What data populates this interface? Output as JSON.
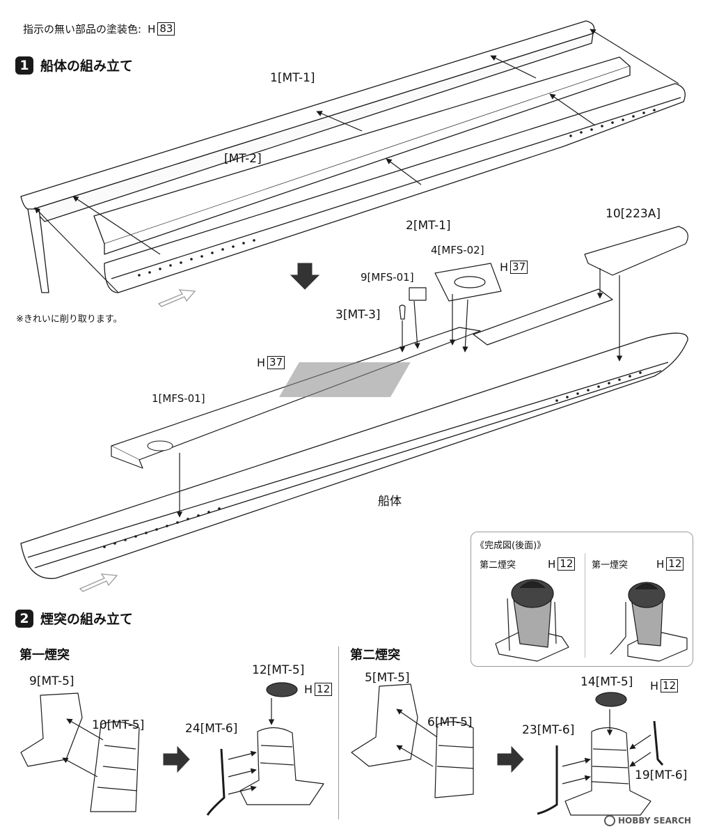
{
  "header": {
    "paint_note": "指示の無い部品の塗装色:",
    "paint_prefix": "H",
    "paint_code": "83"
  },
  "step1": {
    "number": "1",
    "title": "船体の組み立て",
    "labels": {
      "p1_mt1": "1[MT-1]",
      "mt2": "[MT-2]",
      "p2_mt1": "2[MT-1]",
      "p10_223a": "10[223A]",
      "p4_mfs02": "4[MFS-02]",
      "p9_mfs01": "9[MFS-01]",
      "p3_mt3": "3[MT-3]",
      "p1_mfs01": "1[MFS-01]",
      "hull": "船体"
    },
    "trim_note": "※きれいに削り取ります。",
    "paint_h37_a": {
      "prefix": "H",
      "code": "37"
    },
    "paint_h37_b": {
      "prefix": "H",
      "code": "37"
    }
  },
  "complete_view": {
    "title": "《完成図(後面)》",
    "second_funnel": "第二煙突",
    "first_funnel": "第一煙突",
    "paint_a": {
      "prefix": "H",
      "code": "12"
    },
    "paint_b": {
      "prefix": "H",
      "code": "12"
    }
  },
  "step2": {
    "number": "2",
    "title": "煙突の組み立て",
    "first": {
      "heading": "第一煙突",
      "labels": {
        "p9": "9[MT-5]",
        "p10": "10[MT-5]",
        "p12": "12[MT-5]",
        "p24": "24[MT-6]"
      },
      "paint": {
        "prefix": "H",
        "code": "12"
      }
    },
    "second": {
      "heading": "第二煙突",
      "labels": {
        "p5": "5[MT-5]",
        "p6": "6[MT-5]",
        "p14": "14[MT-5]",
        "p23": "23[MT-6]",
        "p19": "19[MT-6]"
      },
      "paint": {
        "prefix": "H",
        "code": "12"
      }
    }
  },
  "watermark": "HOBBY SEARCH",
  "colors": {
    "line": "#1a1a1a",
    "fill": "#ffffff",
    "grey": "#777777",
    "dark": "#333333"
  }
}
